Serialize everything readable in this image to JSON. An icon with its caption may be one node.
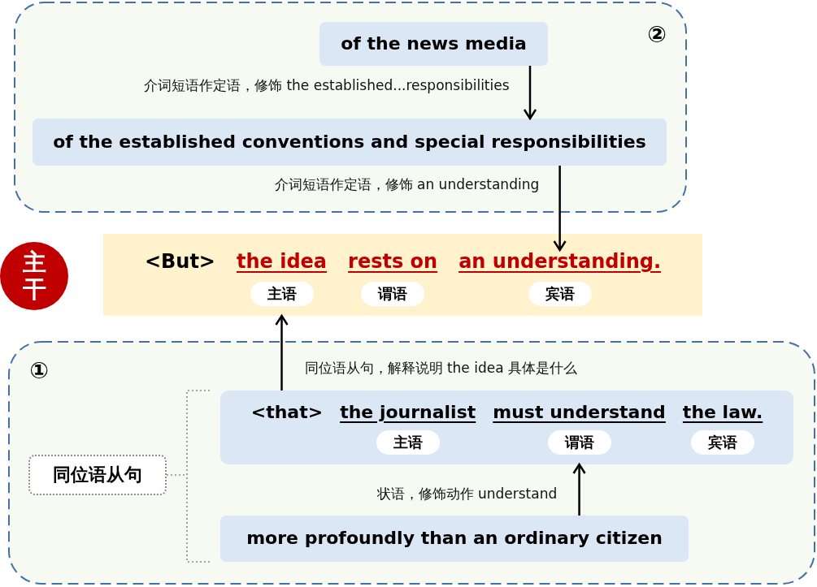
{
  "diagram": {
    "nodes": [
      {
        "text": [
          "②"
        ]
      },
      {
        "text": [
          "of the news media"
        ],
        "in": 0
      },
      {
        "text": [
          "of the established conventions and special responsibilities"
        ],
        "in": 0
      },
      {
        "text": [
          "主干"
        ]
      },
      {
        "text": [
          "<But>"
        ]
      },
      {
        "text": [
          "the idea"
        ],
        "in": 4
      },
      {
        "text": [
          "rests on"
        ],
        "in": 4
      },
      {
        "text": [
          "an understanding."
        ],
        "in": 4
      },
      {
        "text": [
          "主语"
        ],
        "in": 4
      },
      {
        "text": [
          "谓语"
        ],
        "in": 4
      },
      {
        "text": [
          "宾语"
        ],
        "in": 4
      },
      {
        "text": [
          "①"
        ]
      },
      {
        "text": [
          "<that>"
        ],
        "in": 11
      },
      {
        "text": [
          "the journalist"
        ],
        "in": 12
      },
      {
        "text": [
          "must understand"
        ],
        "in": 12
      },
      {
        "text": [
          "the law."
        ],
        "in": 12
      },
      {
        "text": [
          "主语"
        ],
        "in": 12
      },
      {
        "text": [
          "谓语"
        ],
        "in": 12
      },
      {
        "text": [
          "宾语"
        ],
        "in": 12
      },
      {
        "text": [
          "同位语从句"
        ],
        "in": 11
      },
      {
        "text": [
          "more profoundly than an ordinary citizen"
        ],
        "in": 11
      }
    ],
    "edges": [
      {
        "from": 1,
        "to": 2,
        "arrow": "to",
        "label": "介词短语作定语，修饰 the established...responsibilities"
      },
      {
        "from": 2,
        "to": 7,
        "arrow": "to",
        "label": "介词短语作定语，修饰 an understanding"
      },
      {
        "from": 12,
        "to": 4,
        "arrow": "to",
        "label": "同位语从句，解释说明 the idea 具体是什么"
      },
      {
        "from": 20,
        "to": 12,
        "arrow": "to",
        "label": "状语，修饰动作 understand"
      }
    ]
  }
}
